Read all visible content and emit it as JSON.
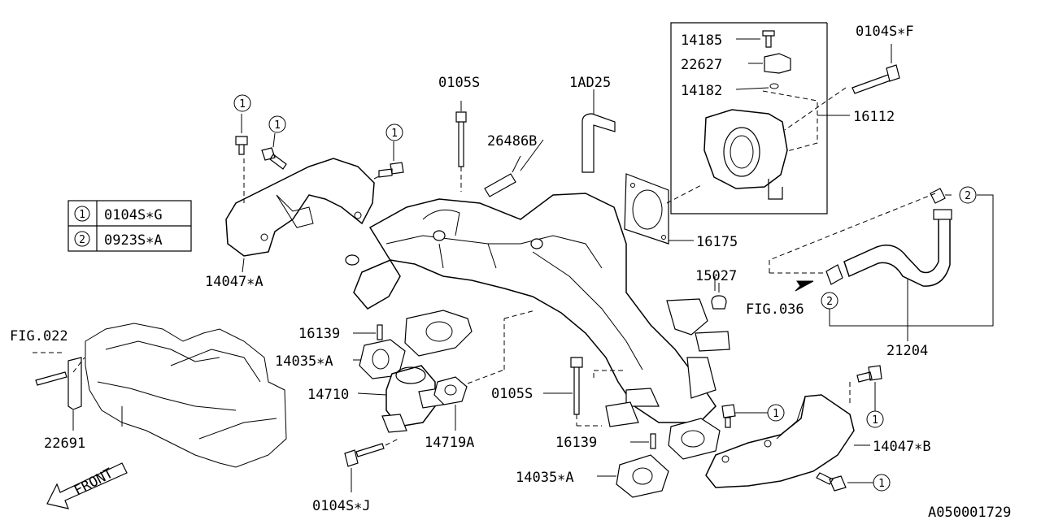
{
  "legend": {
    "rows": [
      {
        "marker": "1",
        "part": "0104S∗G"
      },
      {
        "marker": "2",
        "part": "0923S∗A"
      }
    ]
  },
  "callouts": {
    "c14185": "14185",
    "c22627": "22627",
    "c14182": "14182",
    "c0104S_F": "0104S∗F",
    "c16112": "16112",
    "c0105S_top": "0105S",
    "c1AD25": "1AD25",
    "c26486B": "26486B",
    "c16175": "16175",
    "c14047_A": "14047∗A",
    "c15027": "15027",
    "cFIG036": "FIG.036",
    "c21204": "21204",
    "c16139_top": "16139",
    "c14035_A_top": "14035∗A",
    "c14710": "14710",
    "c14719A": "14719A",
    "c0105S_mid": "0105S",
    "c16139_bot": "16139",
    "c14035_A_bot": "14035∗A",
    "c14047_B": "14047∗B",
    "cFIG022": "FIG.022",
    "c22691": "22691",
    "c0104S_J": "0104S∗J",
    "front": "FRONT",
    "drawing_id": "A050001729"
  },
  "bolt_markers": {
    "m1": "1",
    "m2": "2"
  }
}
